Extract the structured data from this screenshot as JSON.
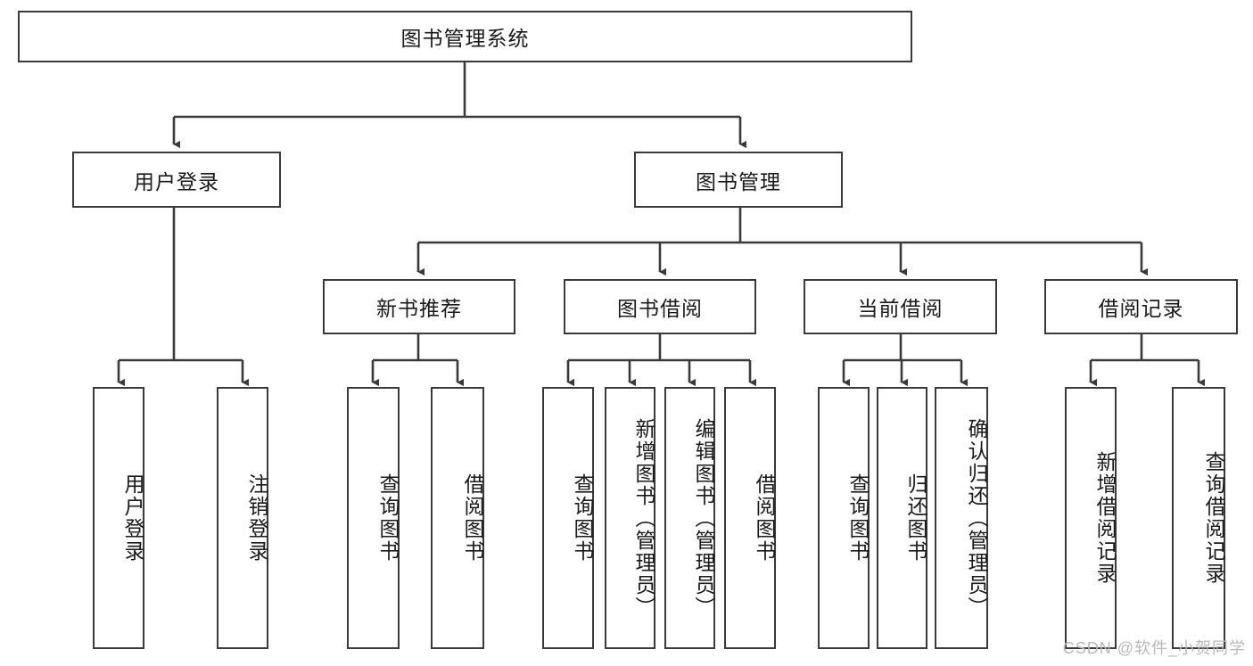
{
  "diagram": {
    "title": "图书管理系统",
    "type": "hierarchy-tree",
    "root": {
      "label": "图书管理系统"
    },
    "level2": [
      {
        "label": "用户登录"
      },
      {
        "label": "图书管理"
      }
    ],
    "level3": [
      {
        "label": "新书推荐"
      },
      {
        "label": "图书借阅"
      },
      {
        "label": "当前借阅"
      },
      {
        "label": "借阅记录"
      }
    ],
    "leaves": {
      "user_login": [
        {
          "label": "用户登录"
        },
        {
          "label": "注销登录"
        }
      ],
      "new_book_recommend": [
        {
          "label": "查询图书"
        },
        {
          "label": "借阅图书"
        }
      ],
      "book_borrow": [
        {
          "label": "查询图书"
        },
        {
          "label": "新增图书（管理员）"
        },
        {
          "label": "编辑图书（管理员）"
        },
        {
          "label": "借阅图书"
        }
      ],
      "current_borrow": [
        {
          "label": "查询图书"
        },
        {
          "label": "归还图书"
        },
        {
          "label": "确认归还（管理员）"
        }
      ],
      "borrow_record": [
        {
          "label": "新增借阅记录"
        },
        {
          "label": "查询借阅记录"
        }
      ]
    }
  },
  "watermark": {
    "text": "CSDN @软件_小贺同学"
  },
  "colors": {
    "border": "#3a3a3a",
    "text": "#1a1a1a",
    "background": "#ffffff",
    "watermark": "#b9b9b9"
  }
}
